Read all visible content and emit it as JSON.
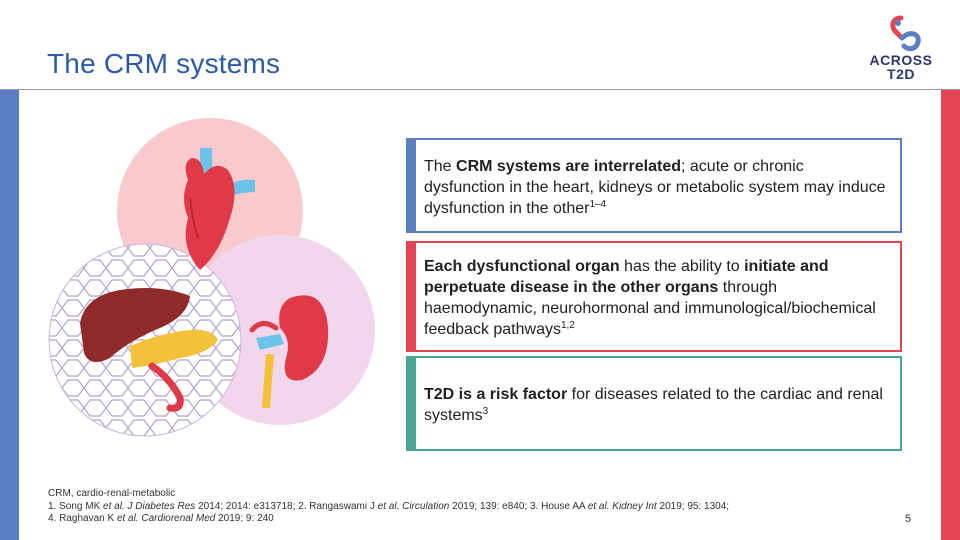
{
  "slide": {
    "title": "The CRM systems",
    "page_number": "5"
  },
  "logo": {
    "line1": "ACROSS",
    "line2": "T2D"
  },
  "boxes": {
    "box1": {
      "p1": "The ",
      "b1": "CRM systems are interrelated",
      "p2": "; acute or chronic dysfunction in the heart, kidneys or metabolic system may induce dysfunction in the other",
      "sup": "1–4"
    },
    "box2": {
      "b1": "Each dysfunctional organ",
      "p1": " has the ability to ",
      "b2": "initiate and perpetuate disease in the other organs",
      "p2": " through haemodynamic, neurohormonal and immunological/biochemical feedback pathways",
      "sup": "1,2"
    },
    "box3": {
      "b1": "T2D is a risk factor",
      "p1": " for diseases related to the cardiac and renal systems",
      "sup": "3"
    }
  },
  "footnote": {
    "abbrev": "CRM, cardio-renal-metabolic",
    "r1_a": "1. Song MK ",
    "r1_i": "et al. J Diabetes Res",
    "r1_b": " 2014; 2014: e313718; 2. Rangaswami J ",
    "r2_i": "et al. Circulation",
    "r2_b": " 2019; 139: e840; 3. House AA ",
    "r3_i": "et al. Kidney Int",
    "r3_b": " 2019; 95: 1304;",
    "r4_a": "4. Raghavan K ",
    "r4_i": "et al. Cardiorenal Med",
    "r4_b": " 2019; 9: 240"
  },
  "colors": {
    "blue": "#5b7fc2",
    "red": "#e34553",
    "teal": "#4aa595",
    "title": "#2f5aa8"
  }
}
